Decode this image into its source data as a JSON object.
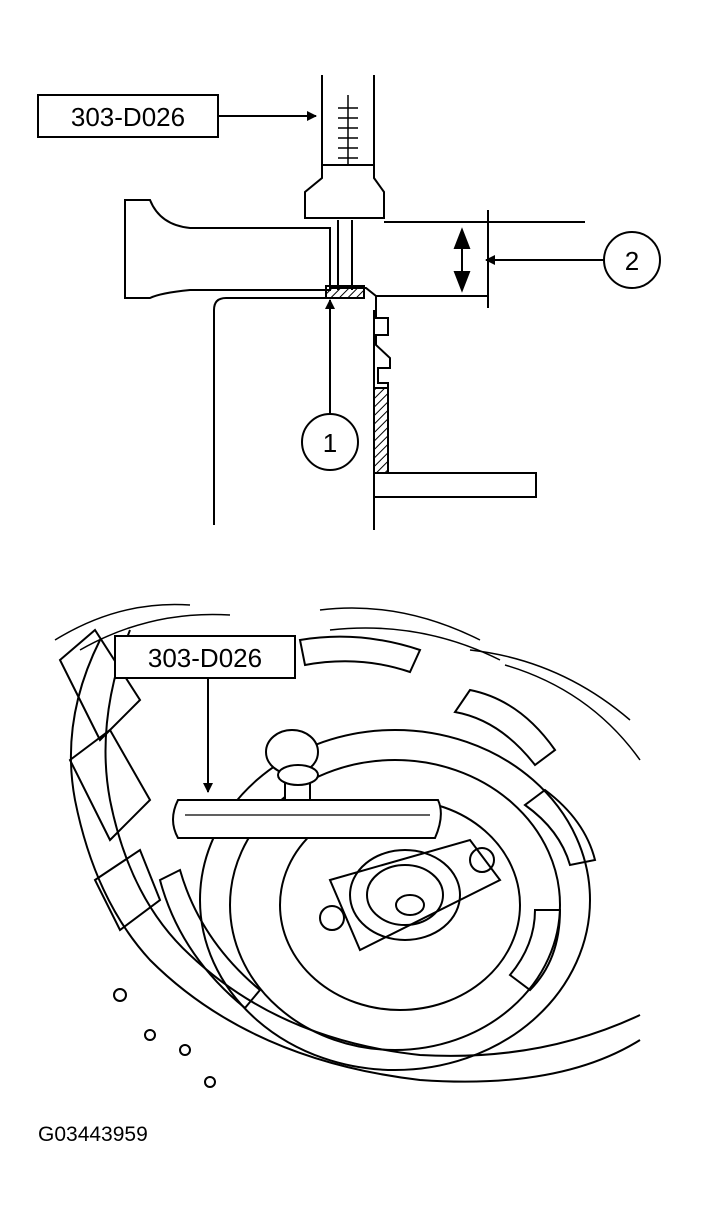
{
  "top_view": {
    "tool_label": "303-D026",
    "callout_1": "1",
    "callout_2": "2"
  },
  "bottom_view": {
    "tool_label": "303-D026"
  },
  "figure_id": "G03443959",
  "colors": {
    "line": "#000000",
    "background": "#ffffff"
  }
}
